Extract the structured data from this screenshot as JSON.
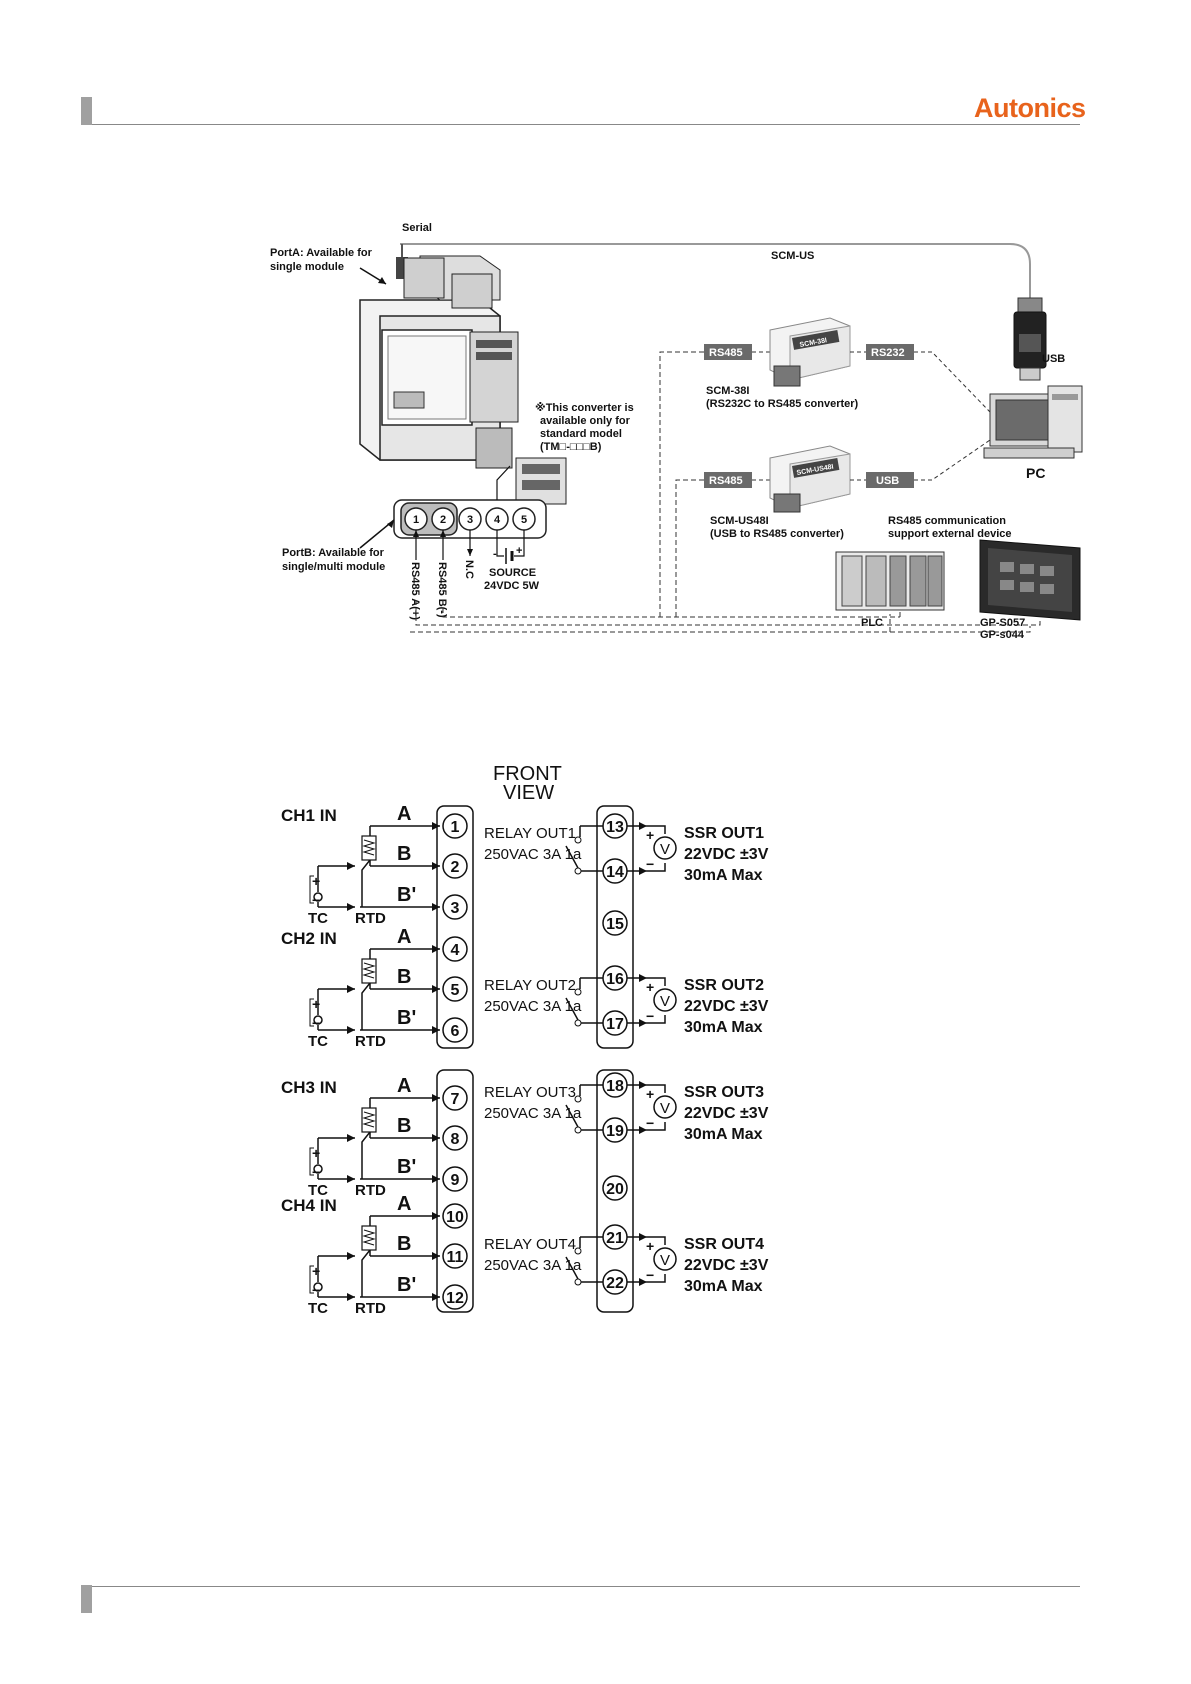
{
  "header": {
    "logo": "Autonics"
  },
  "comm": {
    "serial": "Serial",
    "port_a": [
      "PortA: Available for",
      "single module"
    ],
    "scm_us": "SCM-US",
    "usb_top": "USB",
    "rs485_1": "RS485",
    "rs232": "RS232",
    "scm38_name": "SCM-38I",
    "scm38_desc": "(RS232C to RS485 converter)",
    "scm38_device": "SCM-38I",
    "note": [
      "※This converter is",
      "available only for",
      "standard model",
      "(TM□-□□□B)"
    ],
    "pc": "PC",
    "rs485_2": "RS485",
    "usb_mid": "USB",
    "scmus48_name": "SCM-US48I",
    "scmus48_desc": "(USB to RS485 converter)",
    "scmus48_device": "SCM-US48I",
    "ext_device": [
      "RS485 communication",
      "support external device"
    ],
    "plc": "PLC",
    "gp1": "GP-S057",
    "gp2": "GP-s044",
    "port_b": [
      "PortB: Available for",
      "single/multi module"
    ],
    "terminals": [
      "1",
      "2",
      "3",
      "4",
      "5"
    ],
    "rs485a": "RS485 A(+)",
    "rs485b": "RS485 B(-)",
    "nc": "N.C",
    "minus": "-",
    "plus": "+",
    "source": "SOURCE",
    "source_spec": "24VDC 5W"
  },
  "wiring": {
    "front_view": [
      "FRONT",
      "VIEW"
    ],
    "channels": [
      {
        "label": "CH1 IN",
        "terms": [
          "1",
          "2",
          "3"
        ]
      },
      {
        "label": "CH2 IN",
        "terms": [
          "4",
          "5",
          "6"
        ]
      },
      {
        "label": "CH3 IN",
        "terms": [
          "7",
          "8",
          "9"
        ]
      },
      {
        "label": "CH4 IN",
        "terms": [
          "10",
          "11",
          "12"
        ]
      }
    ],
    "input_labels": {
      "a": "A",
      "b": "B",
      "bp": "B'",
      "plus": "+",
      "minus": "−",
      "tc": "TC",
      "rtd": "RTD"
    },
    "outputs": [
      {
        "relay": "RELAY OUT1",
        "relay_spec": "250VAC 3A 1a",
        "ssr": "SSR OUT1",
        "terms": [
          "13",
          "14"
        ]
      },
      {
        "relay": "RELAY OUT2",
        "relay_spec": "250VAC 3A 1a",
        "ssr": "SSR OUT2",
        "terms": [
          "16",
          "17"
        ]
      },
      {
        "relay": "RELAY OUT3",
        "relay_spec": "250VAC 3A 1a",
        "ssr": "SSR OUT3",
        "terms": [
          "18",
          "19"
        ]
      },
      {
        "relay": "RELAY OUT4",
        "relay_spec": "250VAC 3A 1a",
        "ssr": "SSR OUT4",
        "terms": [
          "21",
          "22"
        ]
      }
    ],
    "nc_terms": [
      "15",
      "20"
    ],
    "ssr_spec": [
      "22VDC ±3V",
      "30mA Max"
    ],
    "v_symbol": "V",
    "plus": "+",
    "minus": "−"
  }
}
